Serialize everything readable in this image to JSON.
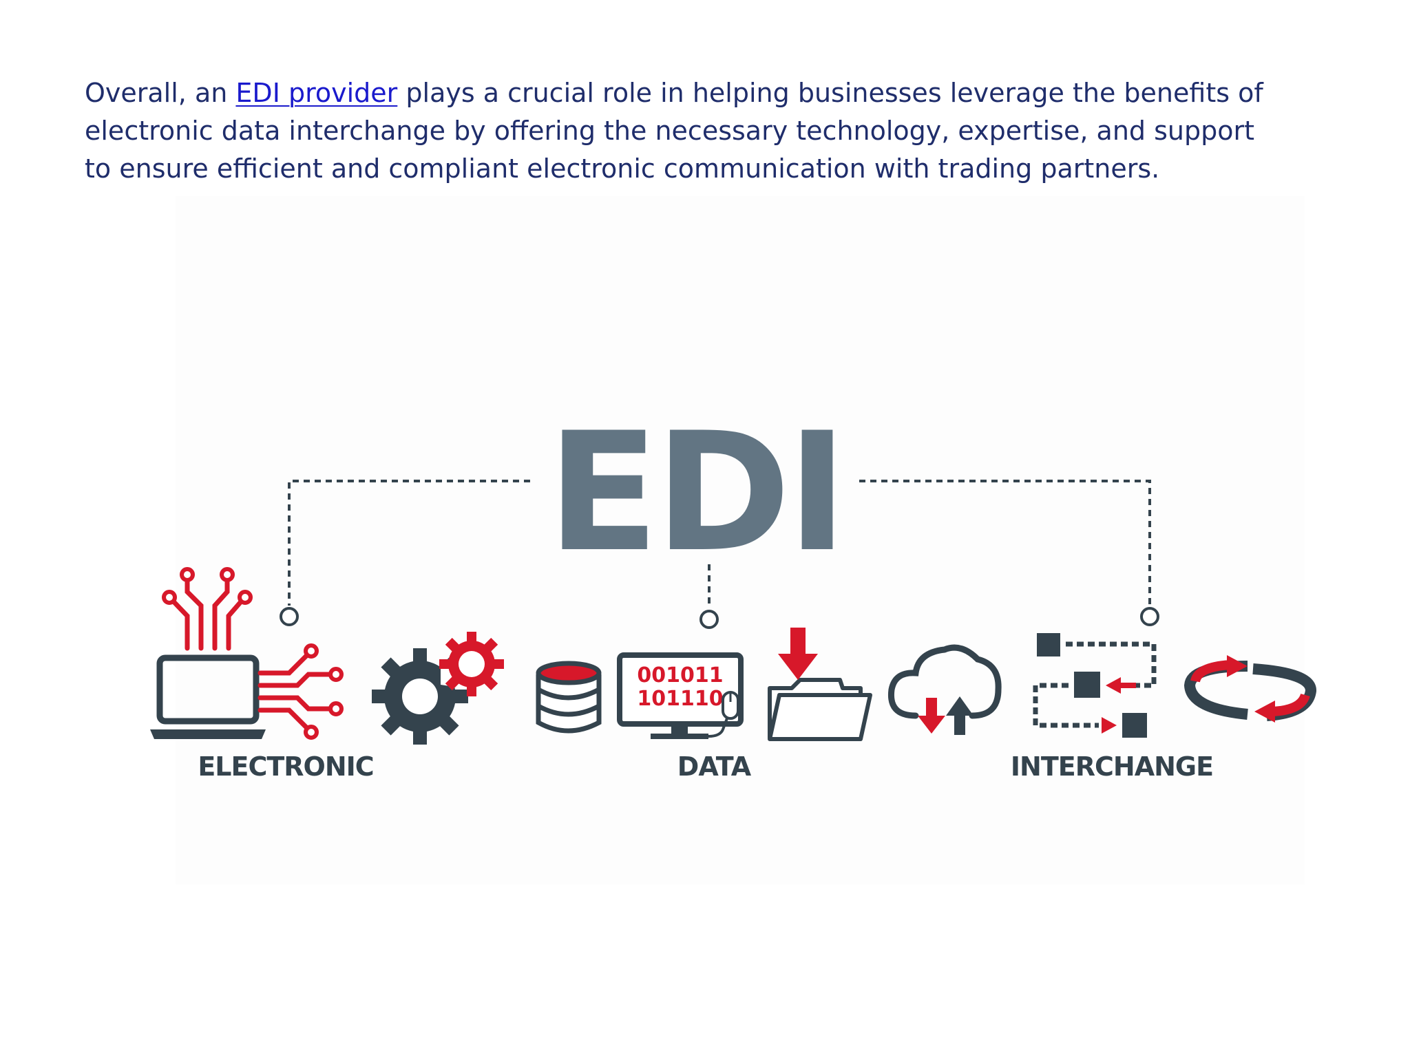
{
  "paragraph": {
    "intro": "Overall, an ",
    "link_text": "EDI provider",
    "rest_line1": " plays a crucial role in helping businesses leverage the benefits of electronic data interchange by offering the necessary technology, expertise, and support to ensure efficient and compliant electronic communication with trading partners."
  },
  "figure": {
    "logo_text": "EDI",
    "label_left": "ELECTRONIC",
    "label_center": "DATA",
    "label_right": "INTERCHANGE",
    "binary_line1": "001011",
    "binary_line2": "101110",
    "colors": {
      "logo_gray": "#627583",
      "dark": "#34434d",
      "red": "#d7182a"
    },
    "icons": [
      "laptop-circuit-icon",
      "gears-icon",
      "database-icon",
      "computer-binary-icon",
      "folder-download-icon",
      "cloud-sync-icon",
      "workflow-icon",
      "exchange-arrows-icon"
    ]
  }
}
